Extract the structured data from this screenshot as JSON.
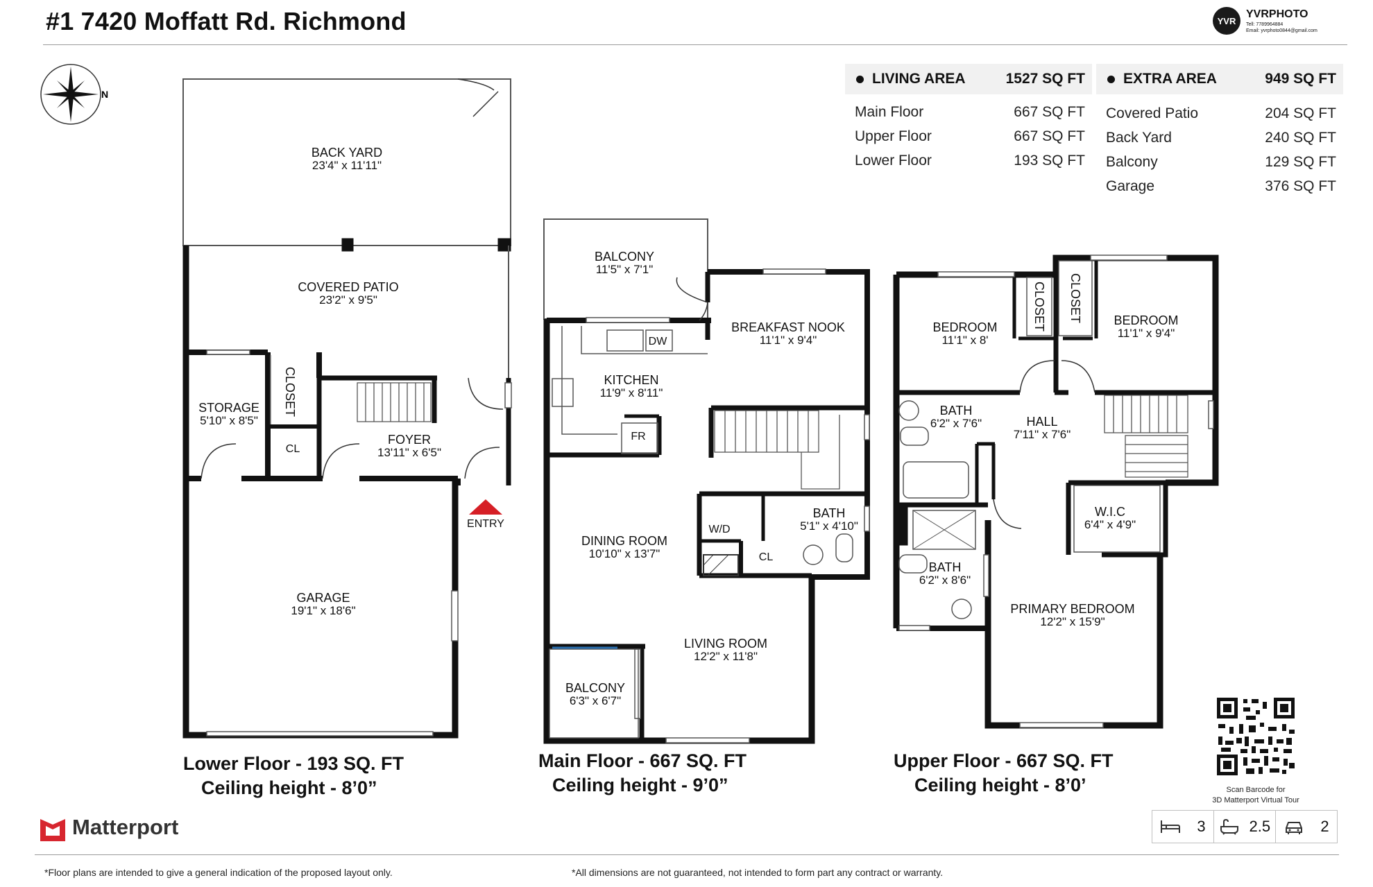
{
  "title": "#1 7420 Moffatt Rd. Richmond",
  "brand": {
    "name": "YVRPHOTO",
    "mark": "YVR",
    "tel": "Tell: 7789964884",
    "email": "Email: yvrphoto0844@gmail.com"
  },
  "living_area": {
    "heading": "LIVING AREA",
    "total": "1527 SQ FT",
    "rows": [
      {
        "label": "Main Floor",
        "value": "667 SQ FT"
      },
      {
        "label": "Upper Floor",
        "value": "667 SQ FT"
      },
      {
        "label": "Lower Floor",
        "value": "193 SQ FT"
      }
    ]
  },
  "extra_area": {
    "heading": "EXTRA AREA",
    "total": "949 SQ FT",
    "rows": [
      {
        "label": "Covered Patio",
        "value": "204 SQ FT"
      },
      {
        "label": "Back Yard",
        "value": "240 SQ FT"
      },
      {
        "label": "Balcony",
        "value": "129 SQ FT"
      },
      {
        "label": "Garage",
        "value": "376 SQ FT"
      }
    ]
  },
  "compass": {
    "north": "N"
  },
  "lower_floor": {
    "caption_line1": "Lower Floor - 193 SQ. FT",
    "caption_line2": "Ceiling height - 8’0”",
    "back_yard": {
      "name": "BACK YARD",
      "dim": "23'4\" x 11'11\""
    },
    "covered_patio": {
      "name": "COVERED PATIO",
      "dim": "23'2\" x 9'5\""
    },
    "storage": {
      "name": "STORAGE",
      "dim": "5'10\" x 8'5\""
    },
    "closet": "CLOSET",
    "cl": "CL",
    "foyer": {
      "name": "FOYER",
      "dim": "13'11\" x 6'5\""
    },
    "garage": {
      "name": "GARAGE",
      "dim": "19'1\" x 18'6\""
    },
    "entry": "ENTRY"
  },
  "main_floor": {
    "caption_line1": "Main Floor - 667 SQ. FT",
    "caption_line2": "Ceiling height - 9’0”",
    "balcony_top": {
      "name": "BALCONY",
      "dim": "11'5\" x 7'1\""
    },
    "breakfast_nook": {
      "name": "BREAKFAST NOOK",
      "dim": "11'1\" x 9'4\""
    },
    "kitchen": {
      "name": "KITCHEN",
      "dim": "11'9\" x 8'11\""
    },
    "dw": "DW",
    "fr": "FR",
    "dining_room": {
      "name": "DINING ROOM",
      "dim": "10'10\" x 13'7\""
    },
    "wd": "W/D",
    "cl": "CL",
    "bath": {
      "name": "BATH",
      "dim": "5'1\" x 4'10\""
    },
    "living_room": {
      "name": "LIVING ROOM",
      "dim": "12'2\" x 11'8\""
    },
    "balcony_bottom": {
      "name": "BALCONY",
      "dim": "6'3\" x 6'7\""
    }
  },
  "upper_floor": {
    "caption_line1": "Upper Floor - 667 SQ. FT",
    "caption_line2": "Ceiling height - 8’0’",
    "bedroom_left": {
      "name": "BEDROOM",
      "dim": "11'1\" x 8'"
    },
    "closet_left": "CLOSET",
    "closet_right": "CLOSET",
    "bedroom_right": {
      "name": "BEDROOM",
      "dim": "11'1\" x 9'4\""
    },
    "bath_top": {
      "name": "BATH",
      "dim": "6'2\" x 7'6\""
    },
    "hall": {
      "name": "HALL",
      "dim": "7'11\" x 7'6\""
    },
    "wic": {
      "name": "W.I.C",
      "dim": "6'4\" x 4'9\""
    },
    "bath_bottom": {
      "name": "BATH",
      "dim": "6'2\" x 8'6\""
    },
    "primary_bedroom": {
      "name": "PRIMARY BEDROOM",
      "dim": "12'2\" x 15'9\""
    }
  },
  "logo_text": "Matterport",
  "qr_caption_line1": "Scan Barcode for",
  "qr_caption_line2": "3D Matterport Virtual Tour",
  "stats": {
    "beds": "3",
    "baths": "2.5",
    "garage": "2"
  },
  "disclaimer_left": "*Floor plans are intended to give a general indication of the proposed layout only.",
  "disclaimer_right": "*All dimensions are not guaranteed, not intended to form part any contract or warranty.",
  "colors": {
    "wall": "#111111",
    "thin_line": "#555555",
    "entry_marker": "#d61f26",
    "logo_red": "#d7262f",
    "header_bg": "#f1f1f1"
  }
}
